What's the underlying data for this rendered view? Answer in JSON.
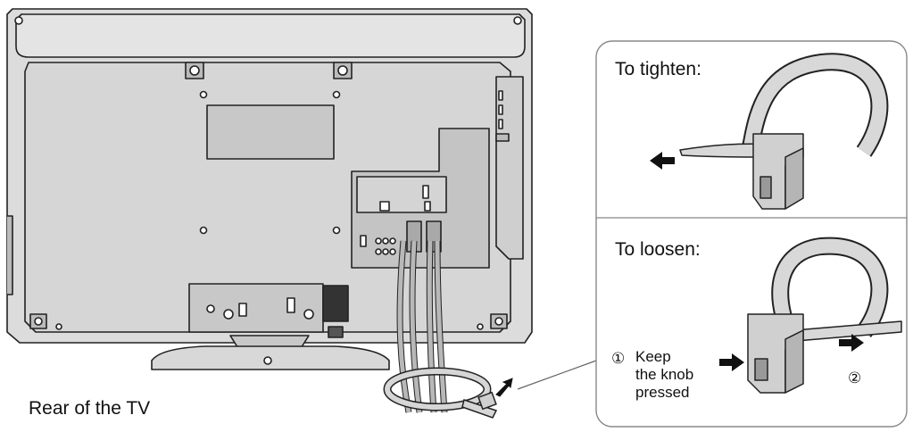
{
  "caption": "Rear of the TV",
  "inset": {
    "tighten_label": "To tighten:",
    "loosen_label": "To loosen:",
    "step1_number": "①",
    "step1_lines": [
      "Keep",
      "the knob",
      "pressed"
    ],
    "step2_number": "②"
  },
  "colors": {
    "line": "#222222",
    "panel_fill": "#dcdcdc",
    "panel_dark": "#c4c4c4",
    "tie_fill": "#d6d6d6",
    "cable_fill": "#b8b8b8"
  }
}
